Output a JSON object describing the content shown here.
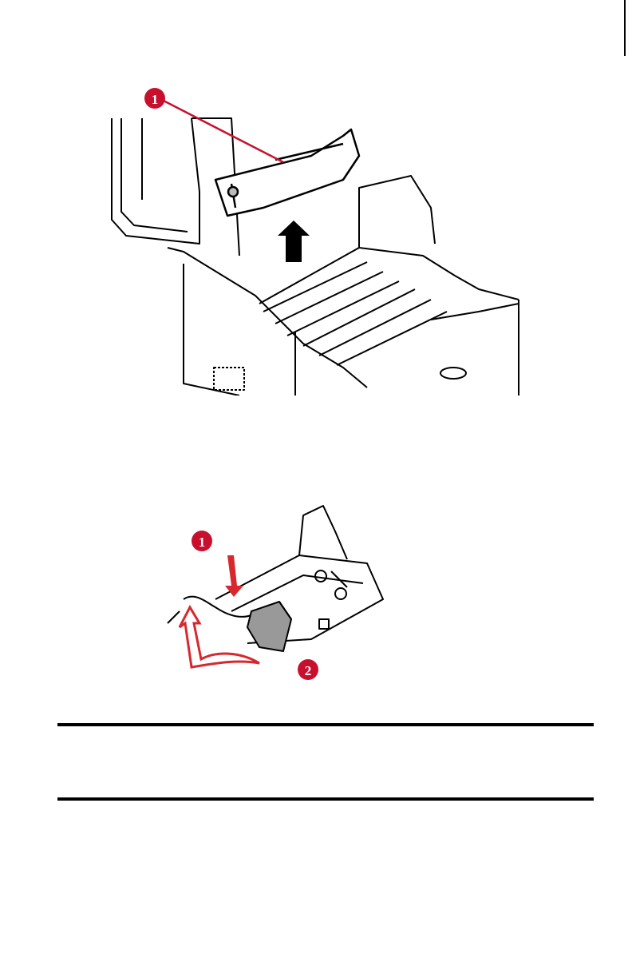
{
  "colors": {
    "callout": "#c8102e",
    "line": "#000000",
    "arrow_red": "#d7282f"
  },
  "figure1": {
    "icon": "printer-fuser-removal-illustration",
    "callouts": [
      {
        "label": "1"
      }
    ]
  },
  "figure2": {
    "icon": "fuser-lever-release-illustration",
    "callouts": [
      {
        "label": "1"
      },
      {
        "label": "2"
      }
    ]
  }
}
